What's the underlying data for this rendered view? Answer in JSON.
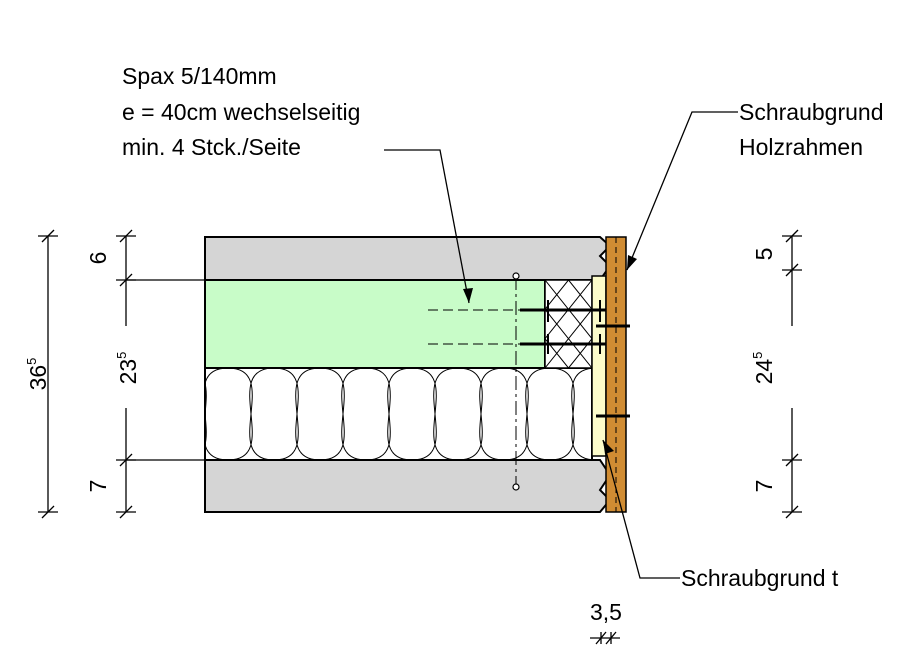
{
  "labels": {
    "screw_line1": "Spax  5/140mm",
    "screw_line2": "e = 40cm  wechselseitig",
    "screw_line3": "min. 4 Stck./Seite",
    "top_right_line1": "Schraubgrund",
    "top_right_line2": "Holzrahmen",
    "bottom_right": "Schraubgrund  t"
  },
  "dimensions": {
    "left_total_main": "36",
    "left_total_sup": "5",
    "left_top": "6",
    "left_mid_main": "23",
    "left_mid_sup": "5",
    "left_bottom": "7",
    "right_top": "5",
    "right_mid_main": "24",
    "right_mid_sup": "5",
    "right_bottom": "7",
    "bottom_dim": "3,5"
  },
  "colors": {
    "concrete": "#d5d5d5",
    "xps": "#c8fcc8",
    "wood": "#d08c33",
    "board": "#fcfccb",
    "line": "#000000"
  }
}
